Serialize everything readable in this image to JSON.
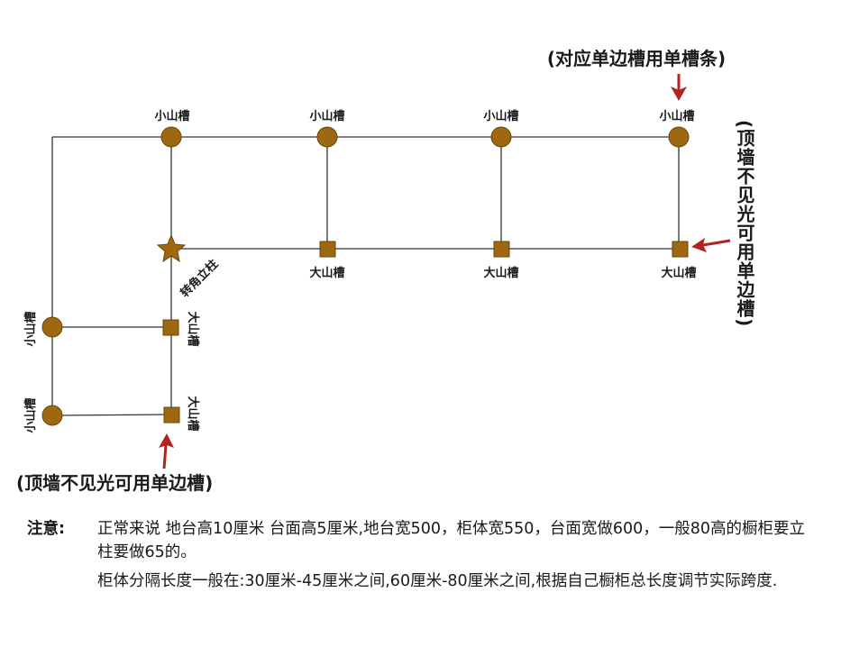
{
  "colors": {
    "marker": "#9e6810",
    "marker_stroke": "#6b460a",
    "arrow": "#b22222",
    "line": "#333333"
  },
  "diagram": {
    "top_note": "(对应单边槽用单槽条)",
    "right_note": "(顶墙不见光可用单边槽)",
    "bottom_note": "(顶墙不见光可用单边槽)",
    "small_groove": "小山槽",
    "big_groove": "大山槽",
    "corner_post": "转角立柱"
  },
  "notes": {
    "head": "注意:",
    "line1": "正常来说 地台高10厘米 台面高5厘米,地台宽500，柜体宽550，台面宽做600，一般80高的橱柜要立柱要做65的。",
    "line2": "柜体分隔长度一般在:30厘米-45厘米之间,60厘米-80厘米之间,根据自己橱柜总长度调节实际跨度."
  }
}
